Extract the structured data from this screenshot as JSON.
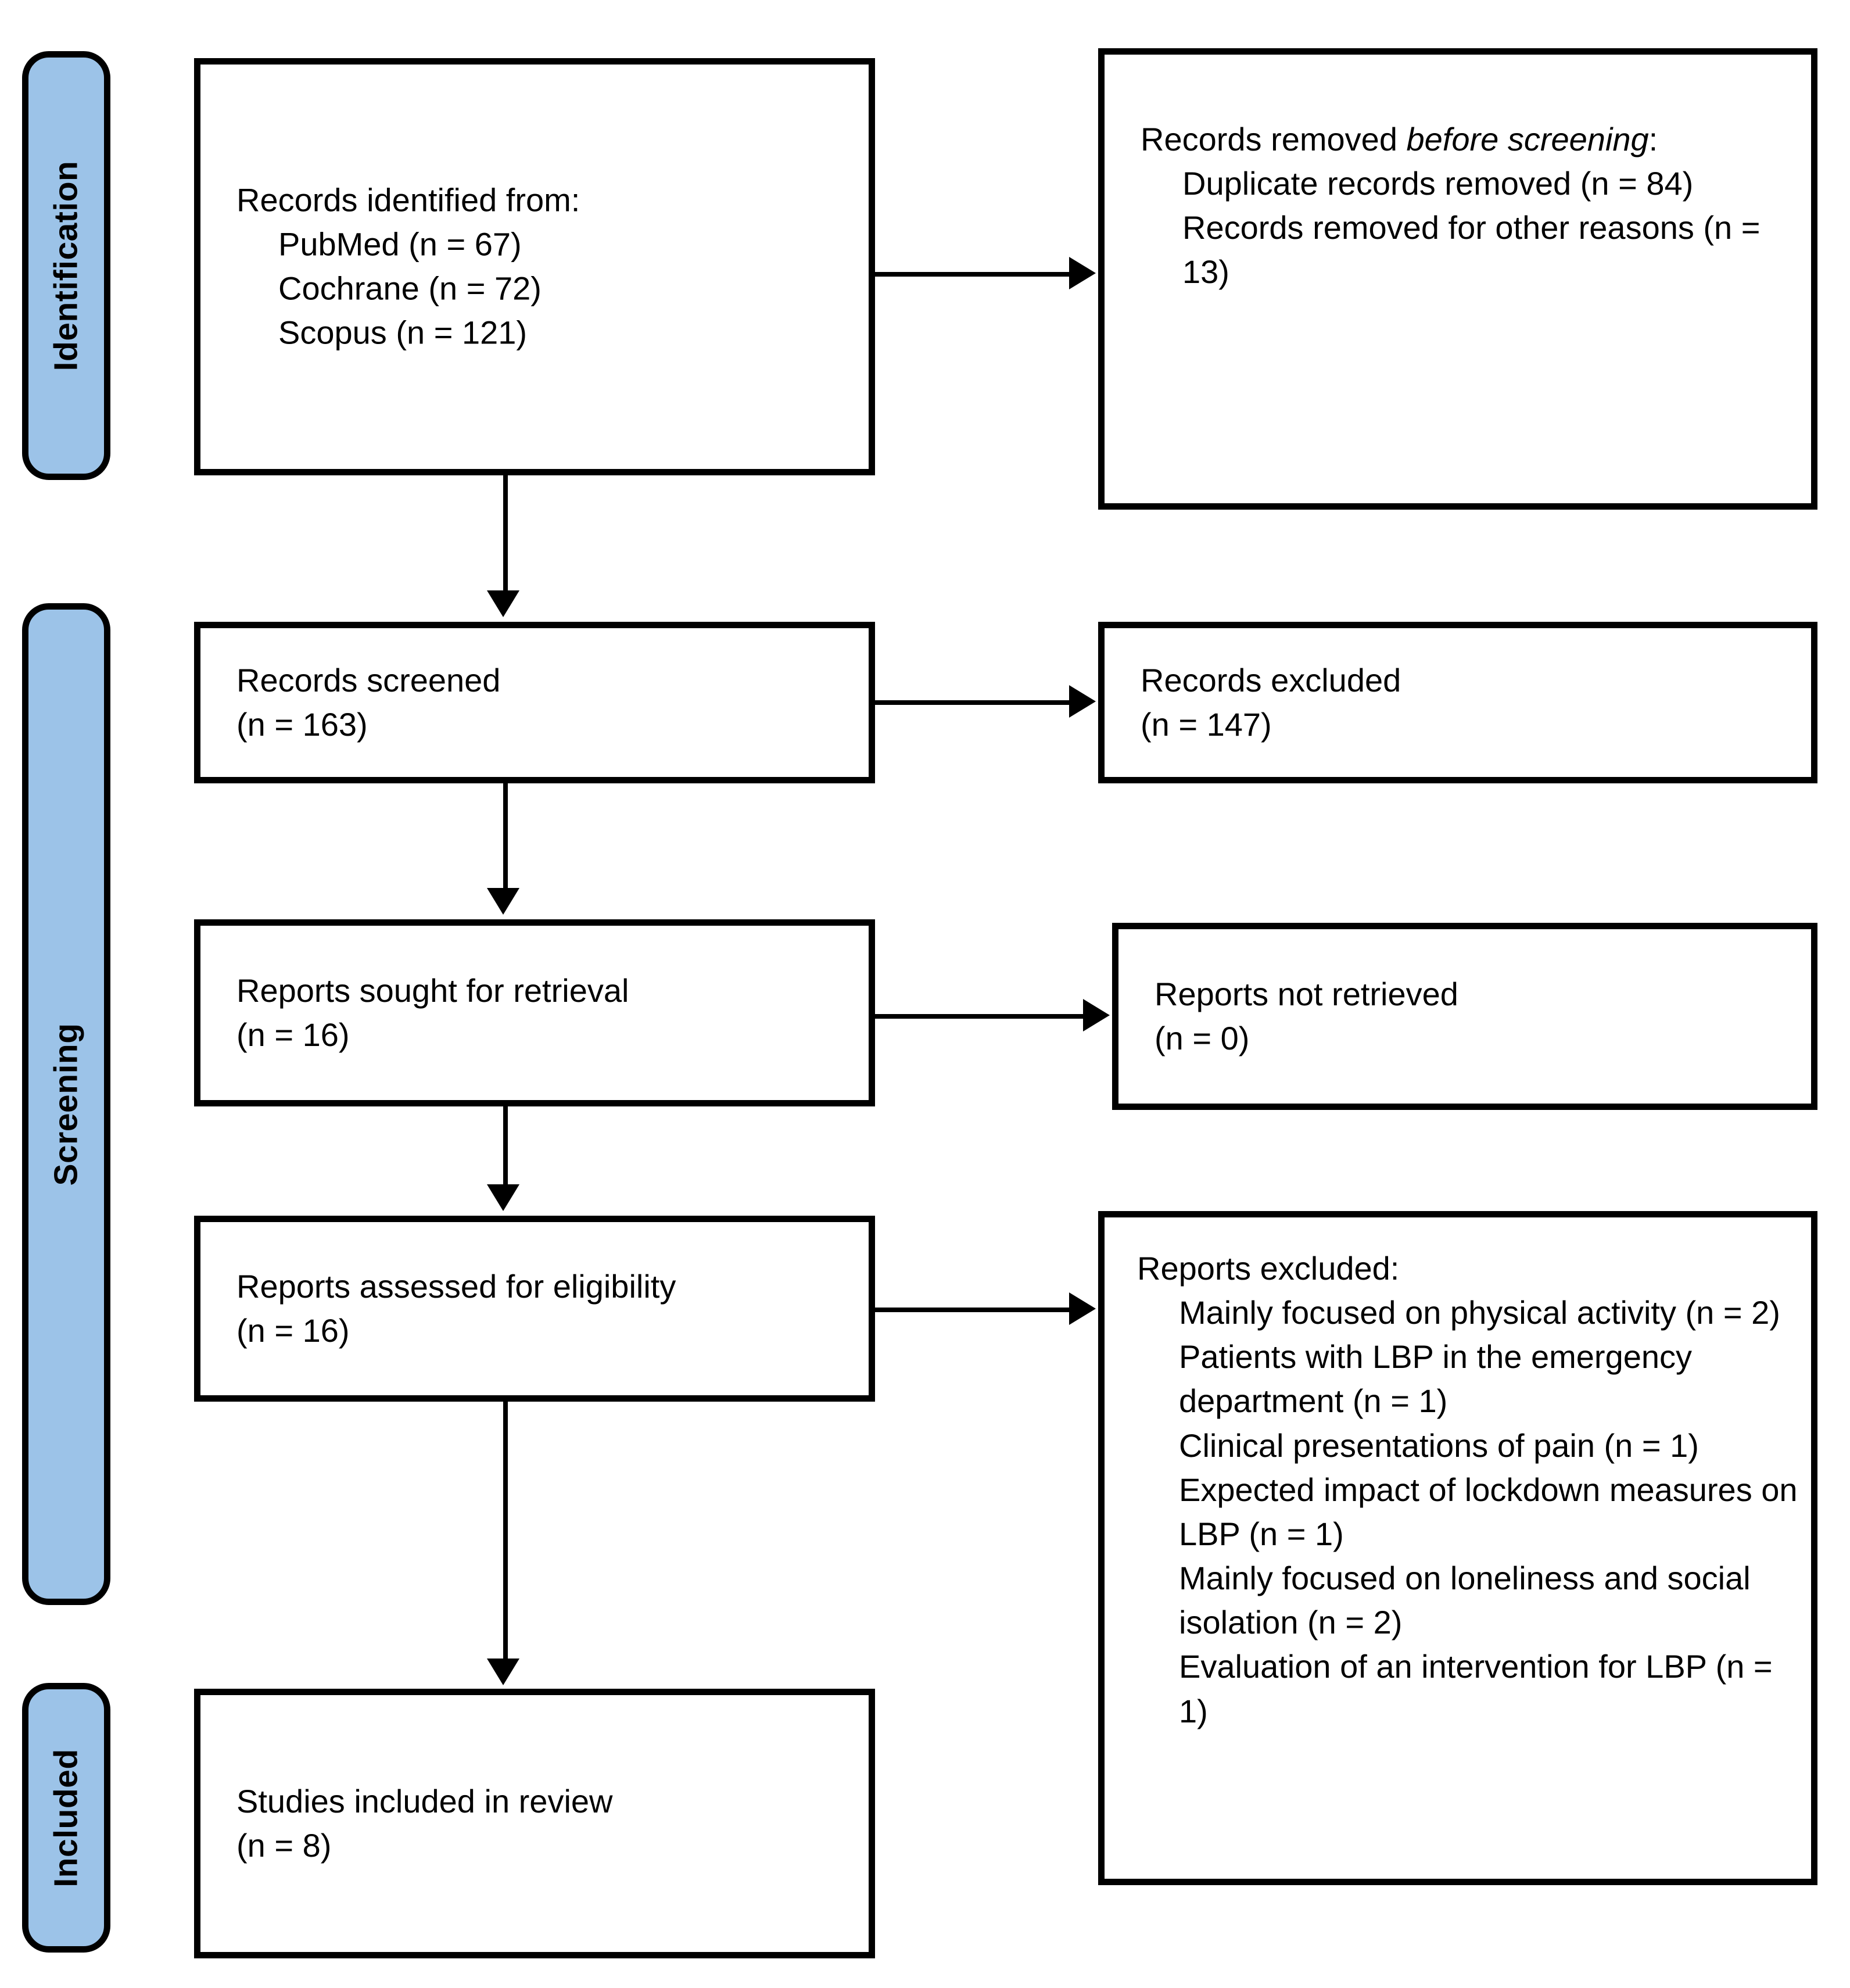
{
  "diagram": {
    "type": "prisma-2020-flow-diagram",
    "accent_color": "#9CC3E8",
    "line_color": "#000000",
    "background_color": "#FFFFFF"
  },
  "stages": [
    {
      "id": "identification",
      "label": "Identification"
    },
    {
      "id": "screening",
      "label": "Screening"
    },
    {
      "id": "included",
      "label": "Included"
    }
  ],
  "boxes": {
    "identified": {
      "title": "Records identified from:",
      "items": [
        "PubMed (n = 67)",
        "Cochrane (n = 72)",
        "Scopus (n = 121)"
      ]
    },
    "removed_before_screening": {
      "title_prefix": "Records removed ",
      "title_emphasis": "before screening",
      "title_suffix": ":",
      "items": [
        "Duplicate records removed (n = 84)",
        "Records removed for other reasons (n = 13)"
      ]
    },
    "records_screened": {
      "line1": "Records screened",
      "line2": "(n = 163)"
    },
    "records_excluded": {
      "line1": "Records excluded",
      "line2": "(n = 147)"
    },
    "reports_sought": {
      "line1": "Reports sought for retrieval",
      "line2": "(n = 16)"
    },
    "reports_not_retrieved": {
      "line1": "Reports not retrieved",
      "line2": "(n = 0)"
    },
    "reports_assessed": {
      "line1": "Reports assessed for eligibility",
      "line2": "(n = 16)"
    },
    "reports_excluded": {
      "title": "Reports excluded:",
      "items": [
        "Mainly focused on physical activity (n = 2)",
        "Patients with LBP in the emergency department (n = 1)",
        "Clinical presentations of pain (n = 1)",
        "Expected impact of lockdown measures on LBP (n = 1)",
        "Mainly focused on loneliness and social isolation (n = 2)",
        "Evaluation of an intervention for LBP (n = 1)"
      ]
    },
    "studies_included": {
      "line1": "Studies included in review",
      "line2": "(n = 8)"
    }
  },
  "counts": {
    "pubmed": 67,
    "cochrane": 72,
    "scopus": 121,
    "duplicates_removed": 84,
    "removed_other_reasons": 13,
    "records_screened": 163,
    "records_excluded": 147,
    "reports_sought": 16,
    "reports_not_retrieved": 0,
    "reports_assessed": 16,
    "studies_included": 8
  }
}
